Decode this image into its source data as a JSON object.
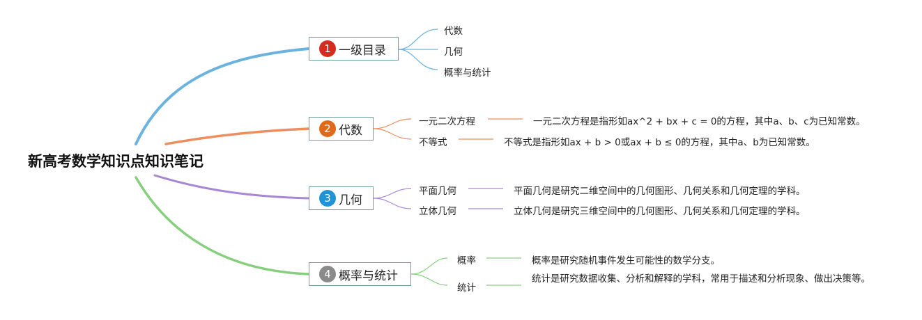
{
  "root": {
    "title": "新高考数学知识点知识笔记"
  },
  "colors": {
    "blue": "#6bb3de",
    "orange": "#ec8e5e",
    "purple": "#a886d6",
    "green": "#86cf7c",
    "badge_red": "#d62b1f",
    "badge_orange": "#e06a1b",
    "badge_blue": "#1f93d6",
    "badge_gray": "#8a8a8a"
  },
  "branches": [
    {
      "number": "1",
      "label": "一级目录",
      "children": [
        {
          "label": "代数"
        },
        {
          "label": "几何"
        },
        {
          "label": "概率与统计"
        }
      ]
    },
    {
      "number": "2",
      "label": "代数",
      "children": [
        {
          "label": "一元二次方程",
          "desc": "一元二次方程是指形如ax^2 + bx + c = 0的方程，其中a、b、c为已知常数。"
        },
        {
          "label": "不等式",
          "desc": "不等式是指形如ax + b > 0或ax + b ≤ 0的方程，其中a、b为已知常数。"
        }
      ]
    },
    {
      "number": "3",
      "label": "几何",
      "children": [
        {
          "label": "平面几何",
          "desc": "平面几何是研究二维空间中的几何图形、几何关系和几何定理的学科。"
        },
        {
          "label": "立体几何",
          "desc": "立体几何是研究三维空间中的几何图形、几何关系和几何定理的学科。"
        }
      ]
    },
    {
      "number": "4",
      "label": "概率与统计",
      "children": [
        {
          "label": "概率",
          "desc": "概率是研究随机事件发生可能性的数学分支。"
        },
        {
          "label": "统计",
          "desc": "统计是研究数据收集、分析和解释的学科，常用于描述和分析现象、做出决策等。"
        }
      ]
    }
  ]
}
